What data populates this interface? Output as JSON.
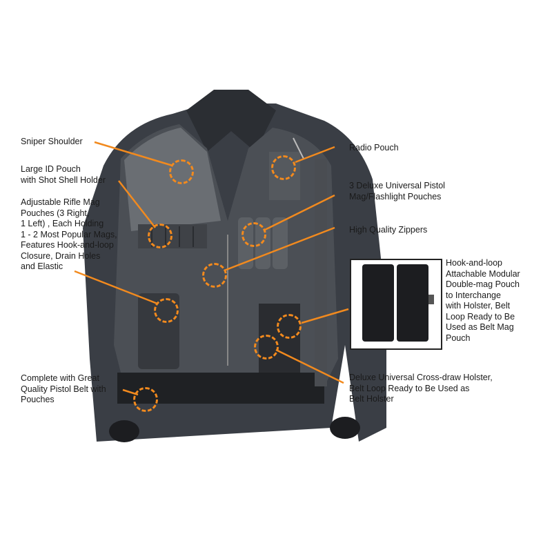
{
  "accent_color": "#f28a1e",
  "callouts": [
    {
      "id": "sniper-shoulder",
      "text": "Sniper Shoulder"
    },
    {
      "id": "id-pouch",
      "text": "Large ID Pouch\nwith Shot Shell Holder"
    },
    {
      "id": "rifle-mag",
      "text": "Adjustable Rifle Mag\nPouches (3 Right,\n1 Left) , Each Holding\n1 - 2 Most Popular Mags,\nFeatures Hook-and-loop\nClosure, Drain Holes\nand Elastic"
    },
    {
      "id": "pistol-belt",
      "text": "Complete with Great\nQuality Pistol Belt with\nPouches"
    },
    {
      "id": "radio-pouch",
      "text": "Radio Pouch"
    },
    {
      "id": "pistol-mag",
      "text": "3 Deluxe Universal Pistol\nMag/Flashlight Pouches"
    },
    {
      "id": "zippers",
      "text": "High Quality Zippers"
    },
    {
      "id": "double-mag",
      "text": "Hook-and-loop\nAttachable Modular\nDouble-mag Pouch\nto Interchange\nwith Holster, Belt\nLoop Ready to Be\nUsed as Belt Mag\nPouch"
    },
    {
      "id": "holster",
      "text": "Deluxe Universal Cross-draw Holster,\nBelt Loop Ready to Be Used as\nBelt Holster"
    }
  ]
}
